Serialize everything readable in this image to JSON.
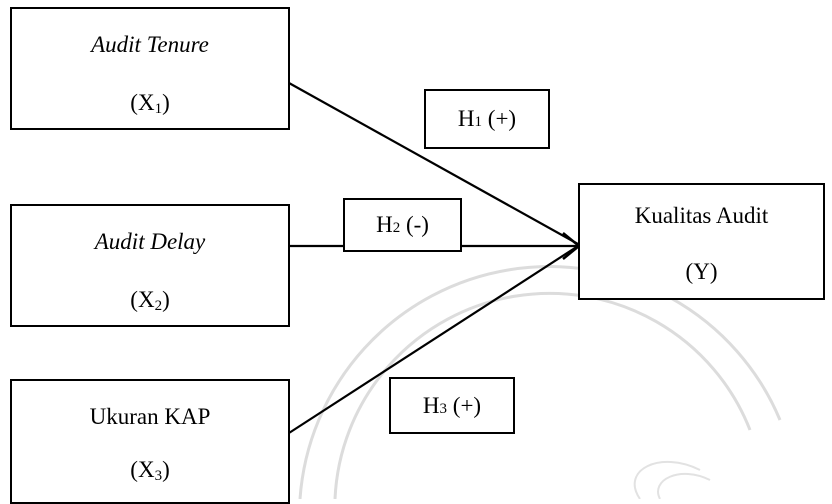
{
  "variables": [
    {
      "name": "Audit Tenure",
      "symbol": "X",
      "subscript": "1",
      "italic": true
    },
    {
      "name": "Audit Delay",
      "symbol": "X",
      "subscript": "2",
      "italic": true
    },
    {
      "name": "Ukuran KAP",
      "symbol": "X",
      "subscript": "3",
      "italic": false
    }
  ],
  "dependent": {
    "name": "Kualitas Audit",
    "symbol": "Y"
  },
  "hypotheses": [
    {
      "symbol": "H",
      "subscript": "1",
      "sign": "(+)"
    },
    {
      "symbol": "H",
      "subscript": "2",
      "sign": "(-)"
    },
    {
      "symbol": "H",
      "subscript": "3",
      "sign": "(+)"
    }
  ],
  "colors": {
    "line": "#000000",
    "watermark": "#d9d9d9"
  }
}
